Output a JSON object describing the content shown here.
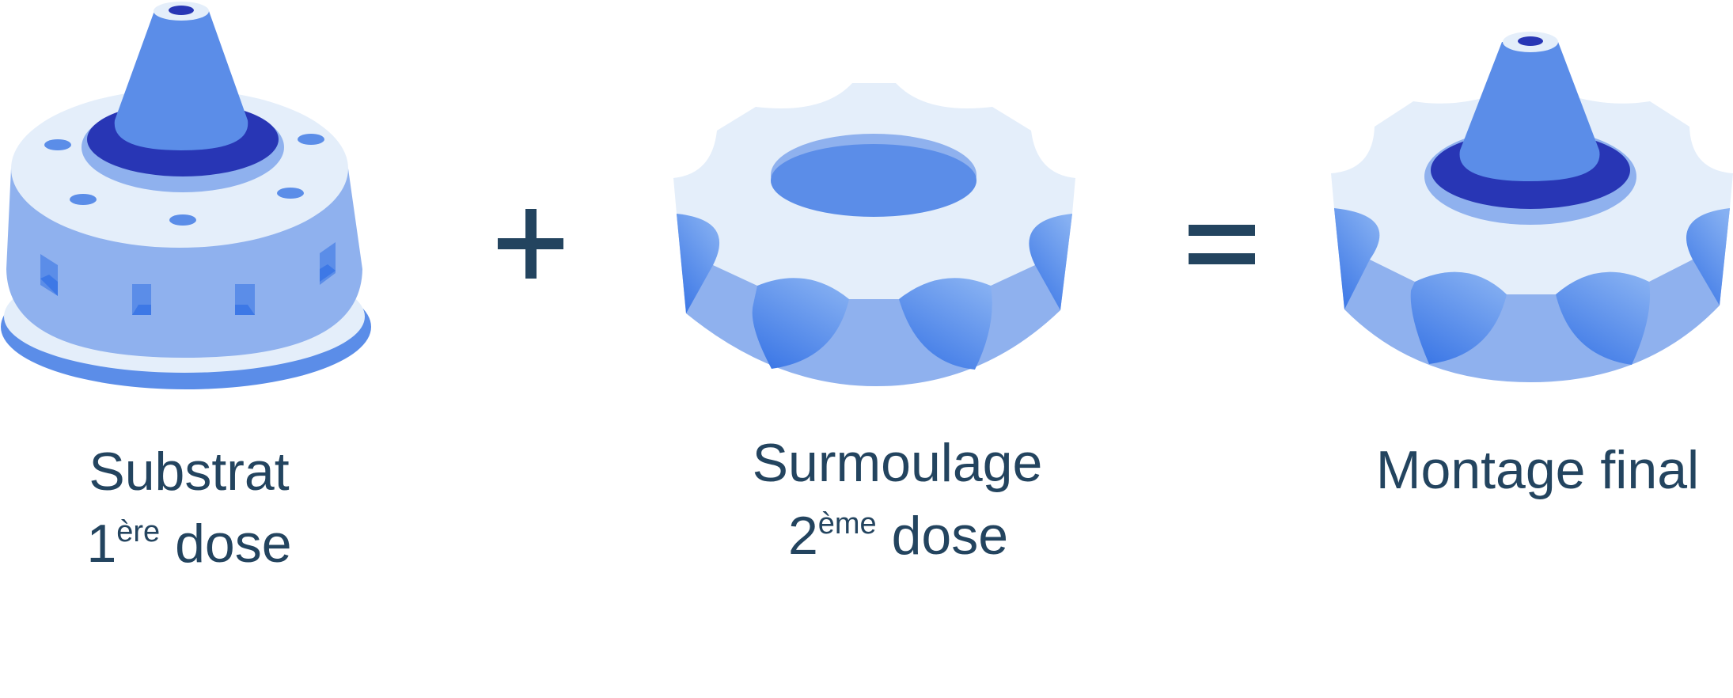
{
  "colors": {
    "text": "#23445f",
    "face_light": "#e4eefa",
    "side_mid": "#8fb1ee",
    "blue": "#5b8de8",
    "dark_ring": "#2836b5",
    "scallop_light": "#86b0f2",
    "scallop_dark": "#3d78e6"
  },
  "steps": [
    {
      "title": "Substrat",
      "dose_number": "1",
      "dose_suffix": "ère",
      "dose_word": " dose"
    },
    {
      "title": "Surmoulage",
      "dose_number": "2",
      "dose_suffix": "ème",
      "dose_word": " dose"
    },
    {
      "title": "Montage final"
    }
  ],
  "operators": {
    "plus": "plus-sign",
    "equals": "equals-sign"
  }
}
